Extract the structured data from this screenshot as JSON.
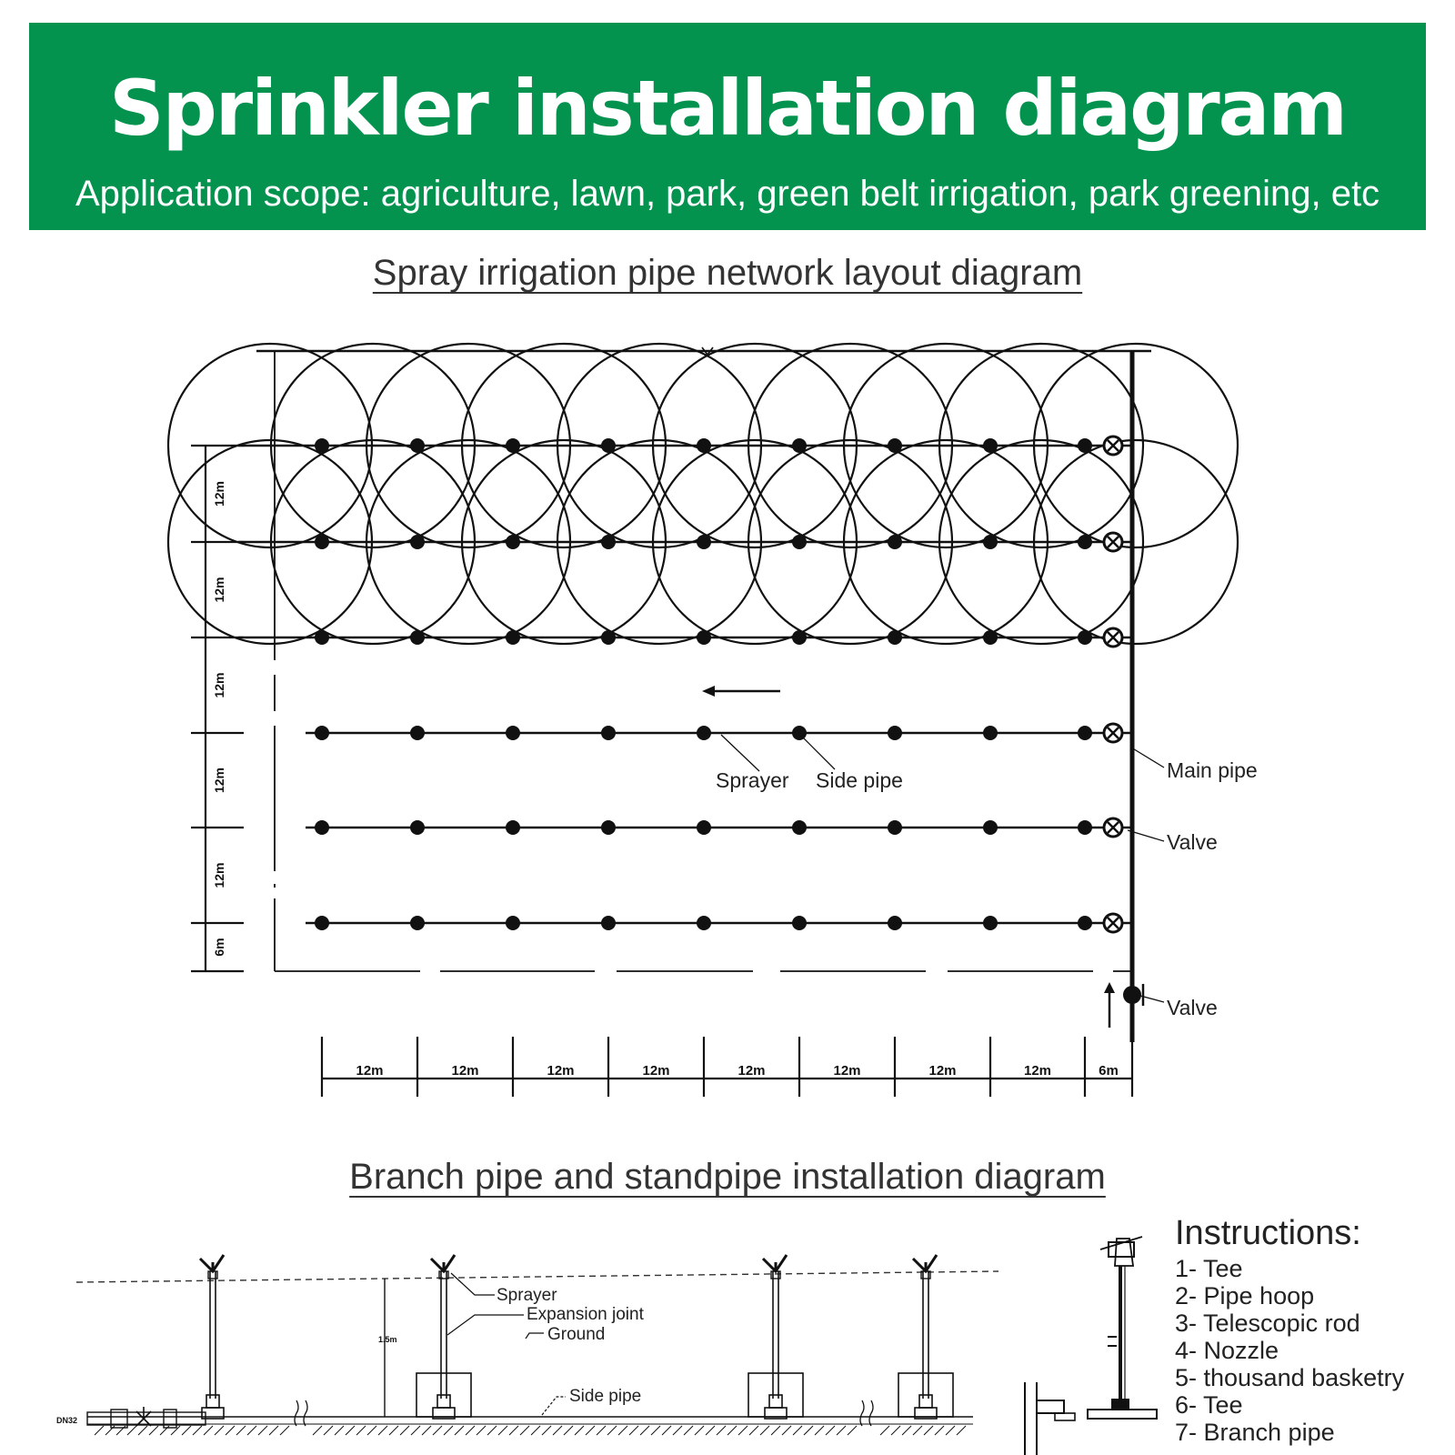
{
  "banner": {
    "title": "Sprinkler installation diagram",
    "subtitle": "Application scope: agriculture, lawn, park, green belt irrigation, park greening, etc"
  },
  "layout_section": {
    "title": "Spray irrigation pipe network layout diagram",
    "labels": {
      "sprayer": "Sprayer",
      "side_pipe": "Side pipe",
      "main_pipe": "Main pipe",
      "valve_1": "Valve",
      "valve_2": "Valve"
    },
    "row_spacing_labels": [
      "12m",
      "12m",
      "12m",
      "12m",
      "12m",
      "6m"
    ],
    "column_spacing_labels": [
      "12m",
      "12m",
      "12m",
      "12m",
      "12m",
      "12m",
      "12m",
      "12m",
      "6m"
    ]
  },
  "standpipe_section": {
    "title": "Branch pipe and standpipe installation diagram",
    "labels": {
      "sprayer": "Sprayer",
      "expansion_joint": "Expansion joint",
      "ground": "Ground",
      "side_pipe": "Side pipe",
      "height_mark": "1.5m",
      "pipe_mark": "DN32"
    }
  },
  "instructions": {
    "heading": "Instructions:",
    "items": [
      "1- Tee",
      "2- Pipe hoop",
      "3- Telescopic rod",
      "4- Nozzle",
      "5- thousand basketry",
      "6- Tee",
      "7- Branch pipe"
    ]
  },
  "colors": {
    "banner": "#03934f",
    "line": "#111111"
  }
}
